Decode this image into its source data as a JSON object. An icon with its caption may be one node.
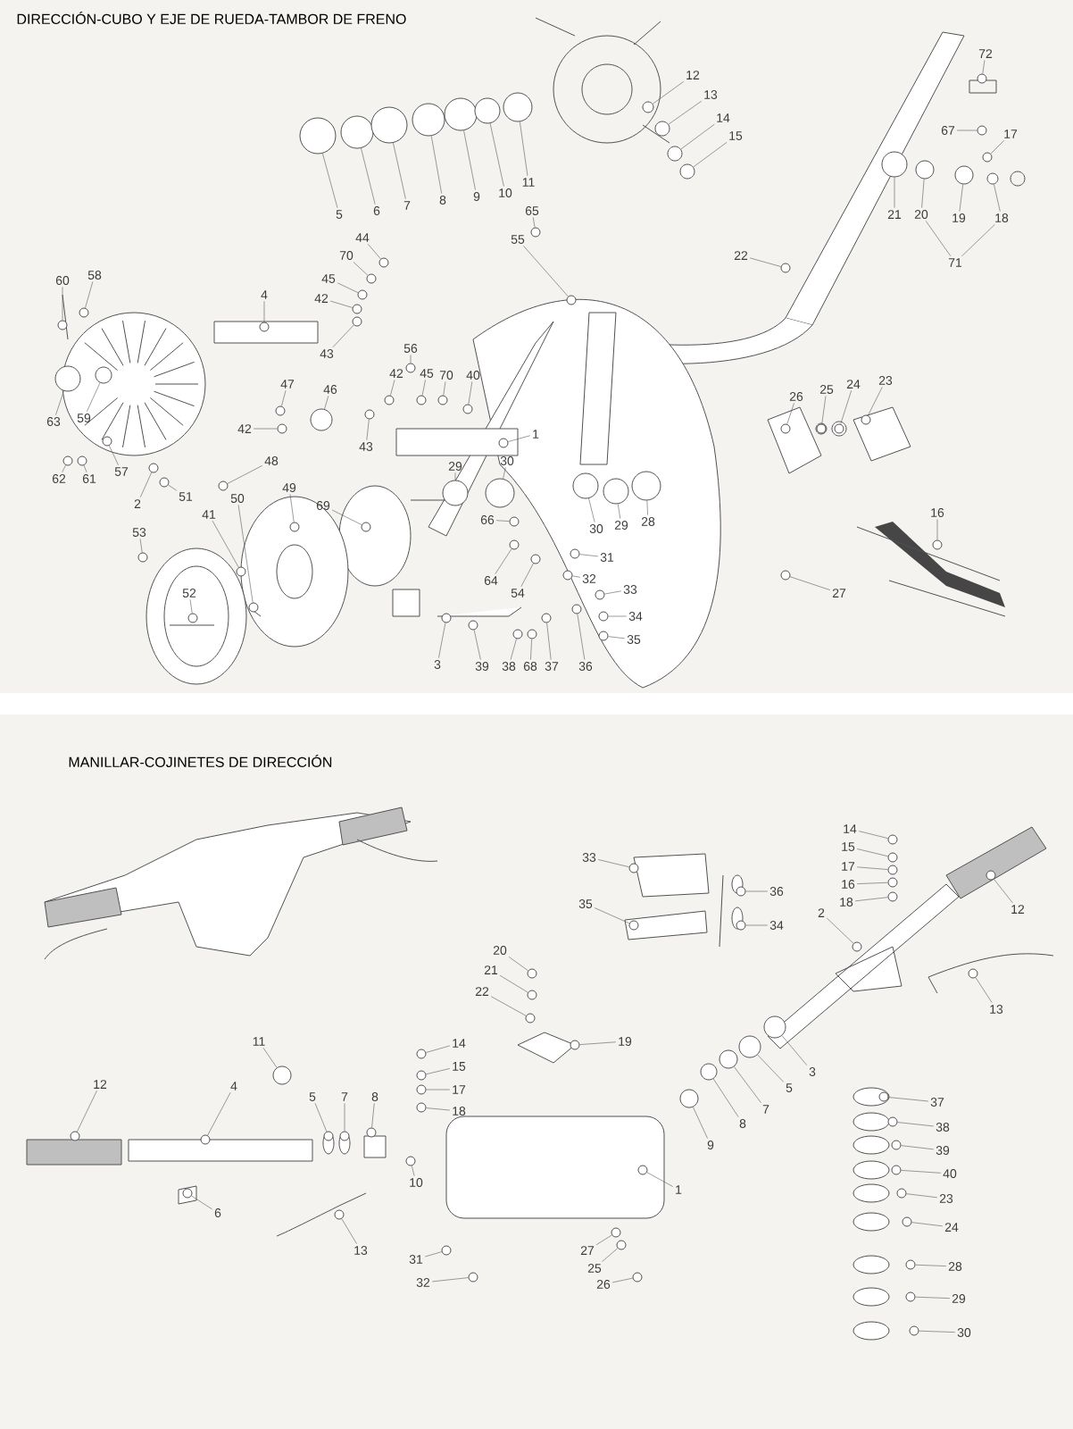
{
  "diagram": {
    "nodes": [
      {
        "text": [
          "5"
        ]
      },
      {
        "text": [
          "6"
        ]
      },
      {
        "text": [
          "7"
        ]
      },
      {
        "text": [
          "8"
        ]
      },
      {
        "text": [
          "9"
        ]
      },
      {
        "text": [
          "10"
        ]
      },
      {
        "text": [
          "11"
        ]
      },
      {
        "text": [
          "12"
        ]
      },
      {
        "text": [
          "13"
        ]
      },
      {
        "text": [
          "14"
        ]
      },
      {
        "text": [
          "15"
        ]
      },
      {
        "text": [
          "72"
        ]
      },
      {
        "text": [
          "67"
        ]
      },
      {
        "text": [
          "17"
        ]
      },
      {
        "text": [
          "21"
        ]
      },
      {
        "text": [
          "20"
        ]
      },
      {
        "text": [
          "19"
        ]
      },
      {
        "text": [
          "18"
        ]
      },
      {
        "text": [
          "71"
        ]
      },
      {
        "text": [
          "22"
        ]
      },
      {
        "text": [
          "65"
        ]
      },
      {
        "text": [
          "55"
        ]
      },
      {
        "text": [
          "44"
        ]
      },
      {
        "text": [
          "70"
        ]
      },
      {
        "text": [
          "45"
        ]
      },
      {
        "text": [
          "42"
        ]
      },
      {
        "text": [
          "4"
        ]
      },
      {
        "text": [
          "60"
        ]
      },
      {
        "text": [
          "58"
        ]
      },
      {
        "text": [
          "43"
        ]
      },
      {
        "text": [
          "56"
        ]
      },
      {
        "text": [
          "42"
        ]
      },
      {
        "text": [
          "45"
        ]
      },
      {
        "text": [
          "70"
        ]
      },
      {
        "text": [
          "40"
        ]
      },
      {
        "text": [
          "63"
        ]
      },
      {
        "text": [
          "59"
        ]
      },
      {
        "text": [
          "47"
        ]
      },
      {
        "text": [
          "46"
        ]
      },
      {
        "text": [
          "1"
        ]
      },
      {
        "text": [
          "42"
        ]
      },
      {
        "text": [
          "43"
        ]
      },
      {
        "text": [
          "26"
        ]
      },
      {
        "text": [
          "25"
        ]
      },
      {
        "text": [
          "24"
        ]
      },
      {
        "text": [
          "23"
        ]
      },
      {
        "text": [
          "62"
        ]
      },
      {
        "text": [
          "61"
        ]
      },
      {
        "text": [
          "57"
        ]
      },
      {
        "text": [
          "29"
        ]
      },
      {
        "text": [
          "30"
        ]
      },
      {
        "text": [
          "48"
        ]
      },
      {
        "text": [
          "2"
        ]
      },
      {
        "text": [
          "51"
        ]
      },
      {
        "text": [
          "41"
        ]
      },
      {
        "text": [
          "50"
        ]
      },
      {
        "text": [
          "49"
        ]
      },
      {
        "text": [
          "69"
        ]
      },
      {
        "text": [
          "66"
        ]
      },
      {
        "text": [
          "28"
        ]
      },
      {
        "text": [
          "30"
        ]
      },
      {
        "text": [
          "29"
        ]
      },
      {
        "text": [
          "16"
        ]
      },
      {
        "text": [
          "53"
        ]
      },
      {
        "text": [
          "31"
        ]
      },
      {
        "text": [
          "32"
        ]
      },
      {
        "text": [
          "64"
        ]
      },
      {
        "text": [
          "54"
        ]
      },
      {
        "text": [
          "33"
        ]
      },
      {
        "text": [
          "52"
        ]
      },
      {
        "text": [
          "27"
        ]
      },
      {
        "text": [
          "34"
        ]
      },
      {
        "text": [
          "35"
        ]
      },
      {
        "text": [
          "3"
        ]
      },
      {
        "text": [
          "39"
        ]
      },
      {
        "text": [
          "38"
        ]
      },
      {
        "text": [
          "68"
        ]
      },
      {
        "text": [
          "37"
        ]
      },
      {
        "text": [
          "36"
        ]
      },
      {
        "text": [
          "20"
        ]
      },
      {
        "text": [
          "21"
        ]
      },
      {
        "text": [
          "22"
        ]
      },
      {
        "text": [
          "33"
        ]
      },
      {
        "text": [
          "14"
        ]
      },
      {
        "text": [
          "15"
        ]
      },
      {
        "text": [
          "17"
        ]
      },
      {
        "text": [
          "16"
        ]
      },
      {
        "text": [
          "18"
        ]
      },
      {
        "text": [
          "36"
        ]
      },
      {
        "text": [
          "35"
        ]
      },
      {
        "text": [
          "2"
        ]
      },
      {
        "text": [
          "12"
        ]
      },
      {
        "text": [
          "34"
        ]
      },
      {
        "text": [
          "13"
        ]
      },
      {
        "text": [
          "11"
        ]
      },
      {
        "text": [
          "19"
        ]
      },
      {
        "text": [
          "14"
        ]
      },
      {
        "text": [
          "15"
        ]
      },
      {
        "text": [
          "17"
        ]
      },
      {
        "text": [
          "18"
        ]
      },
      {
        "text": [
          "12"
        ]
      },
      {
        "text": [
          "4"
        ]
      },
      {
        "text": [
          "5"
        ]
      },
      {
        "text": [
          "7"
        ]
      },
      {
        "text": [
          "8"
        ]
      },
      {
        "text": [
          "3"
        ]
      },
      {
        "text": [
          "5"
        ]
      },
      {
        "text": [
          "37"
        ]
      },
      {
        "text": [
          "7"
        ]
      },
      {
        "text": [
          "8"
        ]
      },
      {
        "text": [
          "38"
        ]
      },
      {
        "text": [
          "9"
        ]
      },
      {
        "text": [
          "39"
        ]
      },
      {
        "text": [
          "40"
        ]
      },
      {
        "text": [
          "10"
        ]
      },
      {
        "text": [
          "1"
        ]
      },
      {
        "text": [
          "23"
        ]
      },
      {
        "text": [
          "6"
        ]
      },
      {
        "text": [
          "24"
        ]
      },
      {
        "text": [
          "13"
        ]
      },
      {
        "text": [
          "27"
        ]
      },
      {
        "text": [
          "31"
        ]
      },
      {
        "text": [
          "28"
        ]
      },
      {
        "text": [
          "25"
        ]
      },
      {
        "text": [
          "32"
        ]
      },
      {
        "text": [
          "26"
        ]
      },
      {
        "text": [
          "29"
        ]
      },
      {
        "text": [
          "30"
        ]
      },
      {
        "text": [],
        "shape": "circle"
      },
      {
        "text": [],
        "shape": "circle"
      },
      {
        "text": [],
        "shape": "circle"
      },
      {
        "text": [],
        "shape": "circle"
      },
      {
        "text": [],
        "shape": "circle"
      },
      {
        "text": [],
        "shape": "circle"
      },
      {
        "text": [],
        "shape": "circle"
      },
      {
        "text": [],
        "shape": "circle"
      },
      {
        "text": [],
        "shape": "circle"
      },
      {
        "text": [],
        "shape": "circle"
      },
      {
        "text": [],
        "shape": "circle"
      },
      {
        "text": [],
        "shape": "circle"
      },
      {
        "text": [],
        "shape": "circle"
      },
      {
        "text": [],
        "shape": "circle"
      },
      {
        "text": [],
        "shape": "circle"
      },
      {
        "text": [],
        "shape": "circle"
      },
      {
        "text": [],
        "shape": "circle"
      },
      {
        "text": [],
        "shape": "circle"
      },
      {
        "text": [],
        "shape": "circle"
      },
      {
        "text": [],
        "shape": "circle"
      },
      {
        "text": [],
        "shape": "circle"
      },
      {
        "text": [],
        "shape": "circle"
      },
      {
        "text": [],
        "shape": "circle"
      },
      {
        "text": [],
        "shape": "circle"
      },
      {
        "text": [],
        "shape": "circle"
      },
      {
        "text": [],
        "shape": "circle"
      },
      {
        "text": [],
        "shape": "circle"
      },
      {
        "text": [],
        "shape": "circle"
      },
      {
        "text": [],
        "shape": "circle"
      },
      {
        "text": [],
        "shape": "circle"
      },
      {
        "text": [],
        "shape": "circle"
      },
      {
        "text": [],
        "shape": "circle"
      },
      {
        "text": [],
        "shape": "circle"
      },
      {
        "text": [],
        "shape": "circle"
      },
      {
        "text": [],
        "shape": "circle"
      },
      {
        "text": [],
        "shape": "circle"
      },
      {
        "text": [],
        "shape": "circle"
      },
      {
        "text": [],
        "shape": "circle"
      },
      {
        "text": [],
        "shape": "circle"
      },
      {
        "text": [],
        "shape": "circle"
      },
      {
        "text": [],
        "shape": "circle"
      },
      {
        "text": [],
        "shape": "circle"
      },
      {
        "text": [],
        "shape": "circle"
      },
      {
        "text": [],
        "shape": "circle"
      },
      {
        "text": [],
        "shape": "circle"
      },
      {
        "text": [],
        "shape": "circle"
      },
      {
        "text": [],
        "shape": "circle"
      },
      {
        "text": [],
        "shape": "circle"
      },
      {
        "text": [],
        "shape": "circle"
      },
      {
        "text": [],
        "shape": "circle"
      },
      {
        "text": [],
        "shape": "circle"
      },
      {
        "text": [],
        "shape": "circle"
      },
      {
        "text": [],
        "shape": "circle"
      },
      {
        "text": [],
        "shape": "circle"
      },
      {
        "text": [],
        "shape": "circle"
      },
      {
        "text": [],
        "shape": "circle"
      },
      {
        "text": [],
        "shape": "circle"
      },
      {
        "text": [],
        "shape": "circle"
      },
      {
        "text": [],
        "shape": "circle"
      },
      {
        "text": [],
        "shape": "circle"
      },
      {
        "text": [],
        "shape": "circle"
      },
      {
        "text": [],
        "shape": "circle"
      },
      {
        "text": [],
        "shape": "circle"
      },
      {
        "text": [],
        "shape": "circle"
      },
      {
        "text": [],
        "shape": "circle"
      },
      {
        "text": [],
        "shape": "circle"
      },
      {
        "text": [],
        "shape": "circle"
      },
      {
        "text": [],
        "shape": "circle"
      },
      {
        "text": [],
        "shape": "circle"
      },
      {
        "text": [],
        "shape": "circle"
      },
      {
        "text": [],
        "shape": "circle"
      },
      {
        "text": [],
        "shape": "circle"
      },
      {
        "text": [],
        "shape": "circle"
      },
      {
        "text": [],
        "shape": "circle"
      },
      {
        "text": [],
        "shape": "circle"
      },
      {
        "text": [],
        "shape": "circle"
      },
      {
        "text": [],
        "shape": "circle"
      },
      {
        "text": [],
        "shape": "circle"
      },
      {
        "text": [],
        "shape": "circle"
      },
      {
        "text": [],
        "shape": "circle"
      },
      {
        "text": [],
        "shape": "circle"
      },
      {
        "text": [],
        "shape": "circle"
      },
      {
        "text": [],
        "shape": "circle"
      },
      {
        "text": [],
        "shape": "circle"
      },
      {
        "text": [],
        "shape": "circle"
      },
      {
        "text": [],
        "shape": "circle"
      },
      {
        "text": [],
        "shape": "circle"
      },
      {
        "text": [],
        "shape": "circle"
      },
      {
        "text": [],
        "shape": "circle"
      },
      {
        "text": [],
        "shape": "circle"
      },
      {
        "text": [],
        "shape": "circle"
      },
      {
        "text": [],
        "shape": "circle"
      },
      {
        "text": [],
        "shape": "circle"
      },
      {
        "text": [],
        "shape": "circle"
      },
      {
        "text": [],
        "shape": "circle"
      },
      {
        "text": [],
        "shape": "circle"
      },
      {
        "text": [],
        "shape": "circle"
      },
      {
        "text": [],
        "shape": "circle"
      },
      {
        "text": [],
        "shape": "circle"
      },
      {
        "text": [],
        "shape": "circle"
      },
      {
        "text": [],
        "shape": "circle"
      },
      {
        "text": [],
        "shape": "circle"
      },
      {
        "text": [],
        "shape": "circle"
      },
      {
        "text": [],
        "shape": "circle"
      },
      {
        "text": [],
        "shape": "circle"
      },
      {
        "text": [],
        "shape": "circle"
      },
      {
        "text": [],
        "shape": "circle"
      },
      {
        "text": [],
        "shape": "circle"
      },
      {
        "text": [],
        "shape": "circle"
      },
      {
        "text": [],
        "shape": "circle"
      },
      {
        "text": [],
        "shape": "circle"
      },
      {
        "text": [],
        "shape": "circle"
      },
      {
        "text": [],
        "shape": "circle"
      },
      {
        "text": [],
        "shape": "circle"
      },
      {
        "text": [],
        "shape": "circle"
      },
      {
        "text": [],
        "shape": "circle"
      },
      {
        "text": [],
        "shape": "circle"
      },
      {
        "text": [],
        "shape": "circle"
      },
      {
        "text": [],
        "shape": "circle"
      },
      {
        "text": [],
        "shape": "circle"
      },
      {
        "text": [],
        "shape": "circle"
      },
      {
        "text": [],
        "shape": "circle"
      },
      {
        "text": [],
        "shape": "circle"
      },
      {
        "text": [],
        "shape": "circle"
      },
      {
        "text": [],
        "shape": "circle"
      },
      {
        "text": [],
        "shape": "circle"
      },
      {
        "text": [],
        "shape": "circle"
      }
    ],
    "edges": [
      {
        "from": 0,
        "to": 128,
        "arrow": "none"
      },
      {
        "from": 1,
        "to": 129,
        "arrow": "none"
      },
      {
        "from": 2,
        "to": 130,
        "arrow": "none"
      },
      {
        "from": 3,
        "to": 131,
        "arrow": "none"
      },
      {
        "from": 4,
        "to": 132,
        "arrow": "none"
      },
      {
        "from": 5,
        "to": 133,
        "arrow": "none"
      },
      {
        "from": 6,
        "to": 134,
        "arrow": "none"
      },
      {
        "from": 7,
        "to": 135,
        "arrow": "none"
      },
      {
        "from": 8,
        "to": 136,
        "arrow": "none"
      },
      {
        "from": 9,
        "to": 137,
        "arrow": "none"
      },
      {
        "from": 10,
        "to": 138,
        "arrow": "none"
      },
      {
        "from": 11,
        "to": 139,
        "arrow": "none"
      },
      {
        "from": 12,
        "to": 140,
        "arrow": "none"
      },
      {
        "from": 13,
        "to": 141,
        "arrow": "none"
      },
      {
        "from": 14,
        "to": 142,
        "arrow": "none"
      },
      {
        "from": 15,
        "to": 143,
        "arrow": "none"
      },
      {
        "from": 16,
        "to": 144,
        "arrow": "none"
      },
      {
        "from": 17,
        "to": 145,
        "arrow": "none"
      },
      {
        "from": 18,
        "to": 15,
        "arrow": "none"
      },
      {
        "from": 18,
        "to": 17,
        "arrow": "none"
      },
      {
        "from": 19,
        "to": 146,
        "arrow": "none"
      },
      {
        "from": 20,
        "to": 147,
        "arrow": "none"
      },
      {
        "from": 21,
        "to": 148,
        "arrow": "none"
      },
      {
        "from": 22,
        "to": 149,
        "arrow": "none"
      },
      {
        "from": 23,
        "to": 150,
        "arrow": "none"
      },
      {
        "from": 24,
        "to": 151,
        "arrow": "none"
      },
      {
        "from": 25,
        "to": 152,
        "arrow": "none"
      },
      {
        "from": 26,
        "to": 153,
        "arrow": "none"
      },
      {
        "from": 27,
        "to": 154,
        "arrow": "none"
      },
      {
        "from": 28,
        "to": 155,
        "arrow": "none"
      },
      {
        "from": 29,
        "to": 156,
        "arrow": "none"
      },
      {
        "from": 30,
        "to": 157,
        "arrow": "none"
      },
      {
        "from": 31,
        "to": 158,
        "arrow": "none"
      },
      {
        "from": 32,
        "to": 159,
        "arrow": "none"
      },
      {
        "from": 33,
        "to": 160,
        "arrow": "none"
      },
      {
        "from": 34,
        "to": 161,
        "arrow": "none"
      },
      {
        "from": 35,
        "to": 162,
        "arrow": "none"
      },
      {
        "from": 36,
        "to": 163,
        "arrow": "none"
      },
      {
        "from": 37,
        "to": 164,
        "arrow": "none"
      },
      {
        "from": 38,
        "to": 165,
        "arrow": "none"
      },
      {
        "from": 39,
        "to": 166,
        "arrow": "none"
      },
      {
        "from": 40,
        "to": 167,
        "arrow": "none"
      },
      {
        "from": 41,
        "to": 168,
        "arrow": "none"
      },
      {
        "from": 42,
        "to": 169,
        "arrow": "none"
      },
      {
        "from": 43,
        "to": 170,
        "arrow": "none"
      },
      {
        "from": 44,
        "to": 171,
        "arrow": "none"
      },
      {
        "from": 45,
        "to": 172,
        "arrow": "none"
      },
      {
        "from": 46,
        "to": 173,
        "arrow": "none"
      },
      {
        "from": 47,
        "to": 174,
        "arrow": "none"
      },
      {
        "from": 48,
        "to": 175,
        "arrow": "none"
      },
      {
        "from": 49,
        "to": 176,
        "arrow": "none"
      },
      {
        "from": 50,
        "to": 177,
        "arrow": "none"
      },
      {
        "from": 51,
        "to": 178,
        "arrow": "none"
      },
      {
        "from": 52,
        "to": 179,
        "arrow": "none"
      },
      {
        "from": 53,
        "to": 180,
        "arrow": "none"
      },
      {
        "from": 54,
        "to": 181,
        "arrow": "none"
      },
      {
        "from": 55,
        "to": 182,
        "arrow": "none"
      },
      {
        "from": 56,
        "to": 183,
        "arrow": "none"
      },
      {
        "from": 57,
        "to": 184,
        "arrow": "none"
      },
      {
        "from": 58,
        "to": 185,
        "arrow": "none"
      },
      {
        "from": 59,
        "to": 186,
        "arrow": "none"
      },
      {
        "from": 60,
        "to": 187,
        "arrow": "none"
      },
      {
        "from": 61,
        "to": 188,
        "arrow": "none"
      },
      {
        "from": 62,
        "to": 189,
        "arrow": "none"
      },
      {
        "from": 63,
        "to": 190,
        "arrow": "none"
      },
      {
        "from": 64,
        "to": 191,
        "arrow": "none"
      },
      {
        "from": 65,
        "to": 192,
        "arrow": "none"
      },
      {
        "from": 66,
        "to": 193,
        "arrow": "none"
      },
      {
        "from": 67,
        "to": 194,
        "arrow": "none"
      },
      {
        "from": 68,
        "to": 195,
        "arrow": "none"
      },
      {
        "from": 69,
        "to": 196,
        "arrow": "none"
      },
      {
        "from": 70,
        "to": 197,
        "arrow": "none"
      },
      {
        "from": 71,
        "to": 198,
        "arrow": "none"
      },
      {
        "from": 72,
        "to": 199,
        "arrow": "none"
      },
      {
        "from": 73,
        "to": 200,
        "arrow": "none"
      },
      {
        "from": 74,
        "to": 201,
        "arrow": "none"
      },
      {
        "from": 75,
        "to": 202,
        "arrow": "none"
      },
      {
        "from": 76,
        "to": 203,
        "arrow": "none"
      },
      {
        "from": 77,
        "to": 204,
        "arrow": "none"
      },
      {
        "from": 78,
        "to": 205,
        "arrow": "none"
      },
      {
        "from": 79,
        "to": 206,
        "arrow": "none"
      },
      {
        "from": 80,
        "to": 207,
        "arrow": "none"
      },
      {
        "from": 81,
        "to": 208,
        "arrow": "none"
      },
      {
        "from": 82,
        "to": 209,
        "arrow": "none"
      },
      {
        "from": 83,
        "to": 210,
        "arrow": "none"
      },
      {
        "from": 84,
        "to": 211,
        "arrow": "none"
      },
      {
        "from": 85,
        "to": 212,
        "arrow": "none"
      },
      {
        "from": 86,
        "to": 213,
        "arrow": "none"
      },
      {
        "from": 87,
        "to": 214,
        "arrow": "none"
      },
      {
        "from": 88,
        "to": 215,
        "arrow": "none"
      },
      {
        "from": 89,
        "to": 216,
        "arrow": "none"
      },
      {
        "from": 90,
        "to": 217,
        "arrow": "none"
      },
      {
        "from": 91,
        "to": 218,
        "arrow": "none"
      },
      {
        "from": 92,
        "to": 219,
        "arrow": "none"
      },
      {
        "from": 93,
        "to": 220,
        "arrow": "none"
      },
      {
        "from": 94,
        "to": 221,
        "arrow": "none"
      },
      {
        "from": 95,
        "to": 222,
        "arrow": "none"
      },
      {
        "from": 96,
        "to": 223,
        "arrow": "none"
      },
      {
        "from": 97,
        "to": 224,
        "arrow": "none"
      },
      {
        "from": 98,
        "to": 225,
        "arrow": "none"
      },
      {
        "from": 99,
        "to": 226,
        "arrow": "none"
      },
      {
        "from": 100,
        "to": 227,
        "arrow": "none"
      },
      {
        "from": 101,
        "to": 228,
        "arrow": "none"
      },
      {
        "from": 102,
        "to": 229,
        "arrow": "none"
      },
      {
        "from": 103,
        "to": 230,
        "arrow": "none"
      },
      {
        "from": 104,
        "to": 231,
        "arrow": "none"
      },
      {
        "from": 105,
        "to": 232,
        "arrow": "none"
      },
      {
        "from": 106,
        "to": 233,
        "arrow": "none"
      },
      {
        "from": 107,
        "to": 234,
        "arrow": "none"
      },
      {
        "from": 108,
        "to": 235,
        "arrow": "none"
      },
      {
        "from": 109,
        "to": 236,
        "arrow": "none"
      },
      {
        "from": 110,
        "to": 237,
        "arrow": "none"
      },
      {
        "from": 111,
        "to": 238,
        "arrow": "none"
      },
      {
        "from": 112,
        "to": 239,
        "arrow": "none"
      },
      {
        "from": 113,
        "to": 240,
        "arrow": "none"
      },
      {
        "from": 114,
        "to": 241,
        "arrow": "none"
      },
      {
        "from": 115,
        "to": 242,
        "arrow": "none"
      },
      {
        "from": 116,
        "to": 243,
        "arrow": "none"
      },
      {
        "from": 117,
        "to": 244,
        "arrow": "none"
      },
      {
        "from": 118,
        "to": 245,
        "arrow": "none"
      },
      {
        "from": 119,
        "to": 246,
        "arrow": "none"
      },
      {
        "from": 120,
        "to": 247,
        "arrow": "none"
      },
      {
        "from": 121,
        "to": 248,
        "arrow": "none"
      },
      {
        "from": 122,
        "to": 249,
        "arrow": "none"
      },
      {
        "from": 123,
        "to": 250,
        "arrow": "none"
      },
      {
        "from": 124,
        "to": 251,
        "arrow": "none"
      },
      {
        "from": 125,
        "to": 252,
        "arrow": "none"
      },
      {
        "from": 126,
        "to": 253,
        "arrow": "none"
      },
      {
        "from": 127,
        "to": 254,
        "arrow": "none"
      }
    ],
    "labels": [
      "DIRECCIÓN-CUBO Y EJE DE RUEDA-TAMBOR DE FRENO",
      "MANILLAR-COJINETES DE DIRECCIÓN"
    ]
  }
}
